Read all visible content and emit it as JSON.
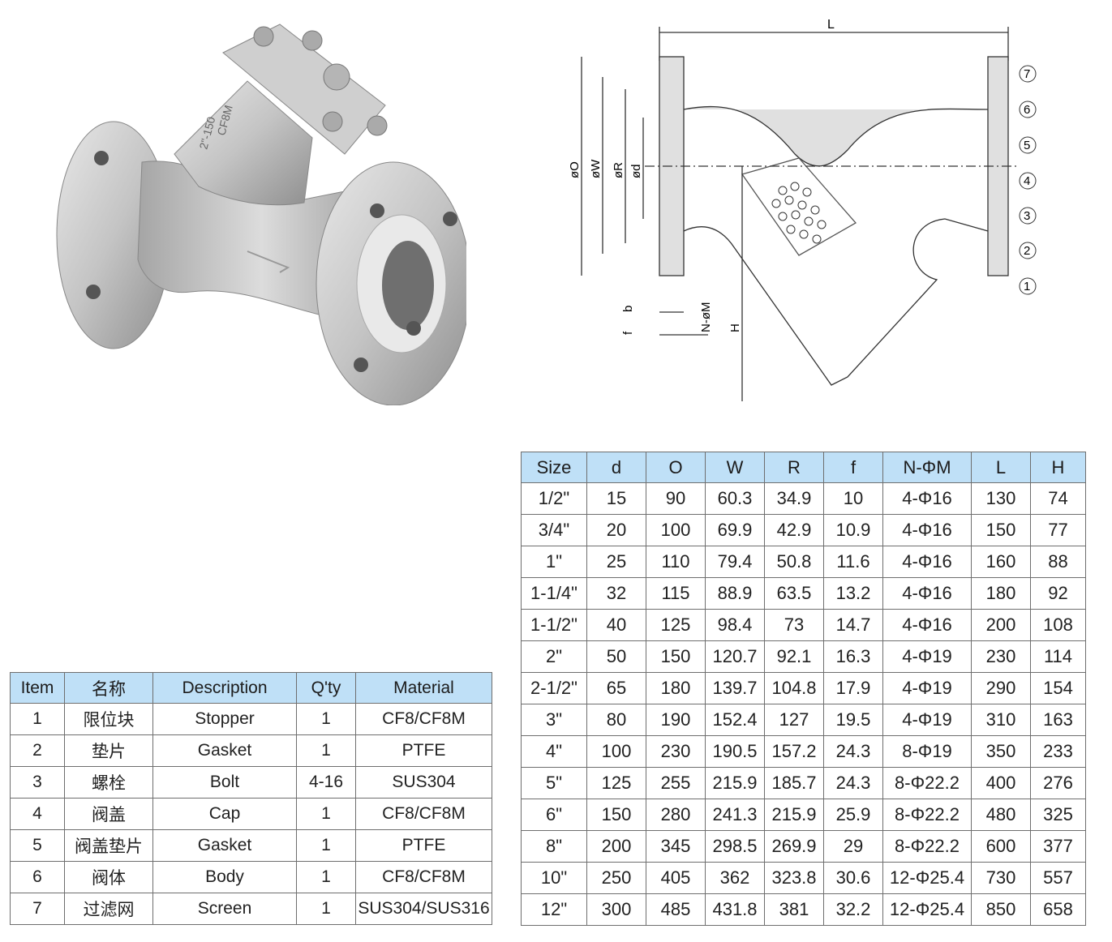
{
  "drawing": {
    "dimension_labels": {
      "L": "L",
      "O": "øO",
      "W": "øW",
      "R": "øR",
      "d": "ød",
      "H": "H",
      "f": "f",
      "b": "b",
      "NM": "N-øM"
    },
    "callouts": [
      "1",
      "2",
      "3",
      "4",
      "5",
      "6",
      "7"
    ]
  },
  "photo": {
    "body_marking": "CF8M",
    "body_marking2": "2\"-150"
  },
  "parts_table": {
    "headers": [
      "Item",
      "名称",
      "Description",
      "Q'ty",
      "Material"
    ],
    "rows": [
      [
        "1",
        "限位块",
        "Stopper",
        "1",
        "CF8/CF8M"
      ],
      [
        "2",
        "垫片",
        "Gasket",
        "1",
        "PTFE"
      ],
      [
        "3",
        "螺栓",
        "Bolt",
        "4-16",
        "SUS304"
      ],
      [
        "4",
        "阀盖",
        "Cap",
        "1",
        "CF8/CF8M"
      ],
      [
        "5",
        "阀盖垫片",
        "Gasket",
        "1",
        "PTFE"
      ],
      [
        "6",
        "阀体",
        "Body",
        "1",
        "CF8/CF8M"
      ],
      [
        "7",
        "过滤网",
        "Screen",
        "1",
        "SUS304/SUS316"
      ]
    ]
  },
  "dims_table": {
    "headers": [
      "Size",
      "d",
      "O",
      "W",
      "R",
      "f",
      "N-ΦM",
      "L",
      "H"
    ],
    "rows": [
      [
        "1/2\"",
        "15",
        "90",
        "60.3",
        "34.9",
        "10",
        "4-Φ16",
        "130",
        "74"
      ],
      [
        "3/4\"",
        "20",
        "100",
        "69.9",
        "42.9",
        "10.9",
        "4-Φ16",
        "150",
        "77"
      ],
      [
        "1\"",
        "25",
        "110",
        "79.4",
        "50.8",
        "11.6",
        "4-Φ16",
        "160",
        "88"
      ],
      [
        "1-1/4\"",
        "32",
        "115",
        "88.9",
        "63.5",
        "13.2",
        "4-Φ16",
        "180",
        "92"
      ],
      [
        "1-1/2\"",
        "40",
        "125",
        "98.4",
        "73",
        "14.7",
        "4-Φ16",
        "200",
        "108"
      ],
      [
        "2\"",
        "50",
        "150",
        "120.7",
        "92.1",
        "16.3",
        "4-Φ19",
        "230",
        "114"
      ],
      [
        "2-1/2\"",
        "65",
        "180",
        "139.7",
        "104.8",
        "17.9",
        "4-Φ19",
        "290",
        "154"
      ],
      [
        "3\"",
        "80",
        "190",
        "152.4",
        "127",
        "19.5",
        "4-Φ19",
        "310",
        "163"
      ],
      [
        "4\"",
        "100",
        "230",
        "190.5",
        "157.2",
        "24.3",
        "8-Φ19",
        "350",
        "233"
      ],
      [
        "5\"",
        "125",
        "255",
        "215.9",
        "185.7",
        "24.3",
        "8-Φ22.2",
        "400",
        "276"
      ],
      [
        "6\"",
        "150",
        "280",
        "241.3",
        "215.9",
        "25.9",
        "8-Φ22.2",
        "480",
        "325"
      ],
      [
        "8\"",
        "200",
        "345",
        "298.5",
        "269.9",
        "29",
        "8-Φ22.2",
        "600",
        "377"
      ],
      [
        "10\"",
        "250",
        "405",
        "362",
        "323.8",
        "30.6",
        "12-Φ25.4",
        "730",
        "557"
      ],
      [
        "12\"",
        "300",
        "485",
        "431.8",
        "381",
        "32.2",
        "12-Φ25.4",
        "850",
        "658"
      ]
    ]
  }
}
